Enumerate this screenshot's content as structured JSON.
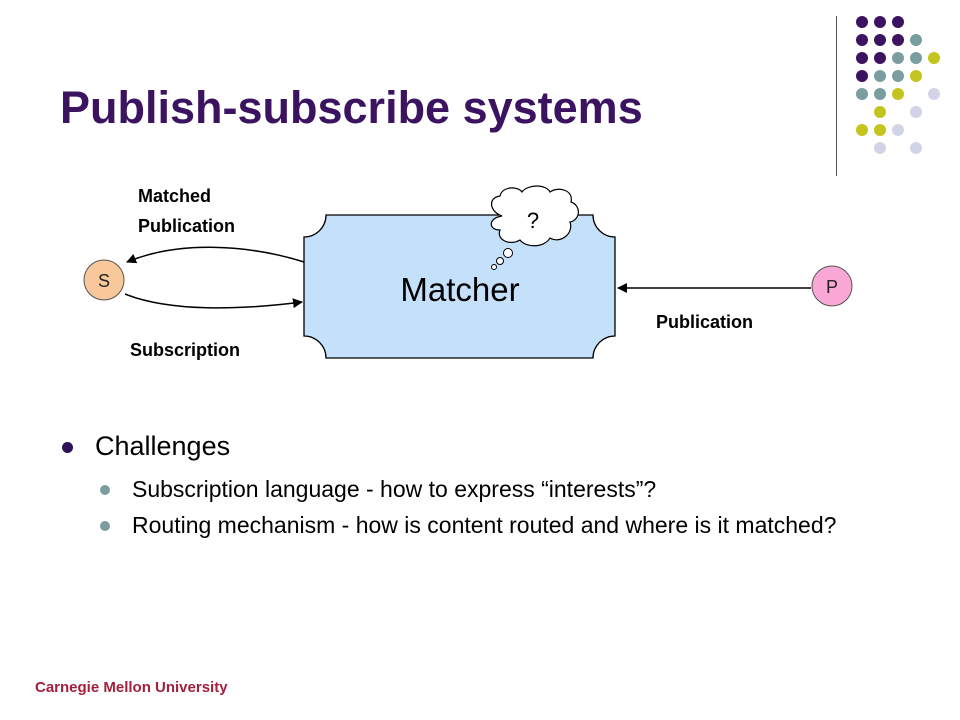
{
  "title": "Publish-subscribe systems",
  "diagram": {
    "matcher_label": "Matcher",
    "thought_label": "?",
    "subscriber_label": "S",
    "publisher_label": "P",
    "matched_publication_line1": "Matched",
    "matched_publication_line2": "Publication",
    "subscription_label": "Subscription",
    "publication_label": "Publication"
  },
  "bullets": {
    "main": "Challenges",
    "sub": [
      "Subscription language - how to express “interests”?",
      "Routing mechanism - how is content routed and where is it matched?"
    ]
  },
  "footer": "Carnegie Mellon University",
  "colors": {
    "title": "#3b1361",
    "purple_dot": "#3b1361",
    "teal_dot": "#7a9e9f",
    "olive_dot": "#c4c41e",
    "lavender_dot": "#d3d3e8",
    "matcher_fill": "#c5e0fa",
    "subscriber_fill": "#f8c89a",
    "publisher_fill": "#f9a8d6",
    "footer": "#a31f3c"
  }
}
